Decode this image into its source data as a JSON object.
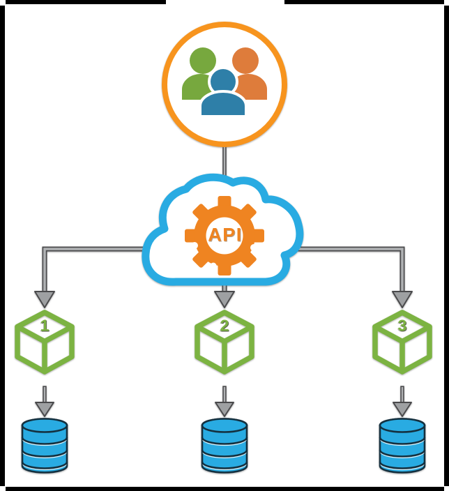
{
  "diagram": {
    "users": {
      "icon": "user-group-icon"
    },
    "cloud": {
      "icon": "cloud-icon",
      "gear_icon": "gear-icon",
      "api_label": "API"
    },
    "services": [
      {
        "icon": "cube-icon",
        "label": "1"
      },
      {
        "icon": "cube-icon",
        "label": "2"
      },
      {
        "icon": "cube-icon",
        "label": "3"
      }
    ],
    "databases": [
      {
        "icon": "database-icon"
      },
      {
        "icon": "database-icon"
      },
      {
        "icon": "database-icon"
      }
    ],
    "connectors": {
      "style": "gray-outlined-arrows"
    }
  },
  "colors": {
    "background": "#FFFFFF",
    "ring_orange": "#F7941E",
    "person_green": "#77A83E",
    "person_orange": "#DE7C3B",
    "person_blue": "#2E7FA8",
    "cloud_blue": "#29ABE2",
    "gear_orange": "#EF8421",
    "cube_green": "#7CB342",
    "db_fill": "#29ABE2",
    "db_outline": "#14303F",
    "arrow_dark": "#4A4A4C",
    "arrow_light": "#B0B2B4",
    "arrow_fill": "#9EA0A2",
    "edge_black": "#000000"
  }
}
